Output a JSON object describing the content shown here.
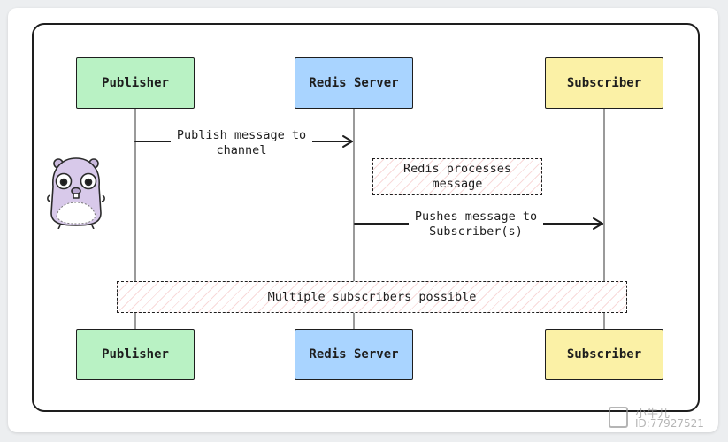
{
  "actors": {
    "publisher": "Publisher",
    "redis": "Redis Server",
    "subscriber": "Subscriber"
  },
  "messages": {
    "publish_line1": "Publish message to",
    "publish_line2": "channel",
    "push_line1": "Pushes message to",
    "push_line2": "Subscriber(s)"
  },
  "notes": {
    "redis_line1": "Redis processes",
    "redis_line2": "message",
    "multiple": "Multiple subscribers possible"
  },
  "watermark": {
    "name": "小牛儿",
    "id": "ID:77927521"
  },
  "colors": {
    "publisher": "#b9f2c4",
    "redis": "#a9d4ff",
    "subscriber": "#fbf1a6"
  },
  "icons": {
    "mascot": "gopher-icon"
  }
}
